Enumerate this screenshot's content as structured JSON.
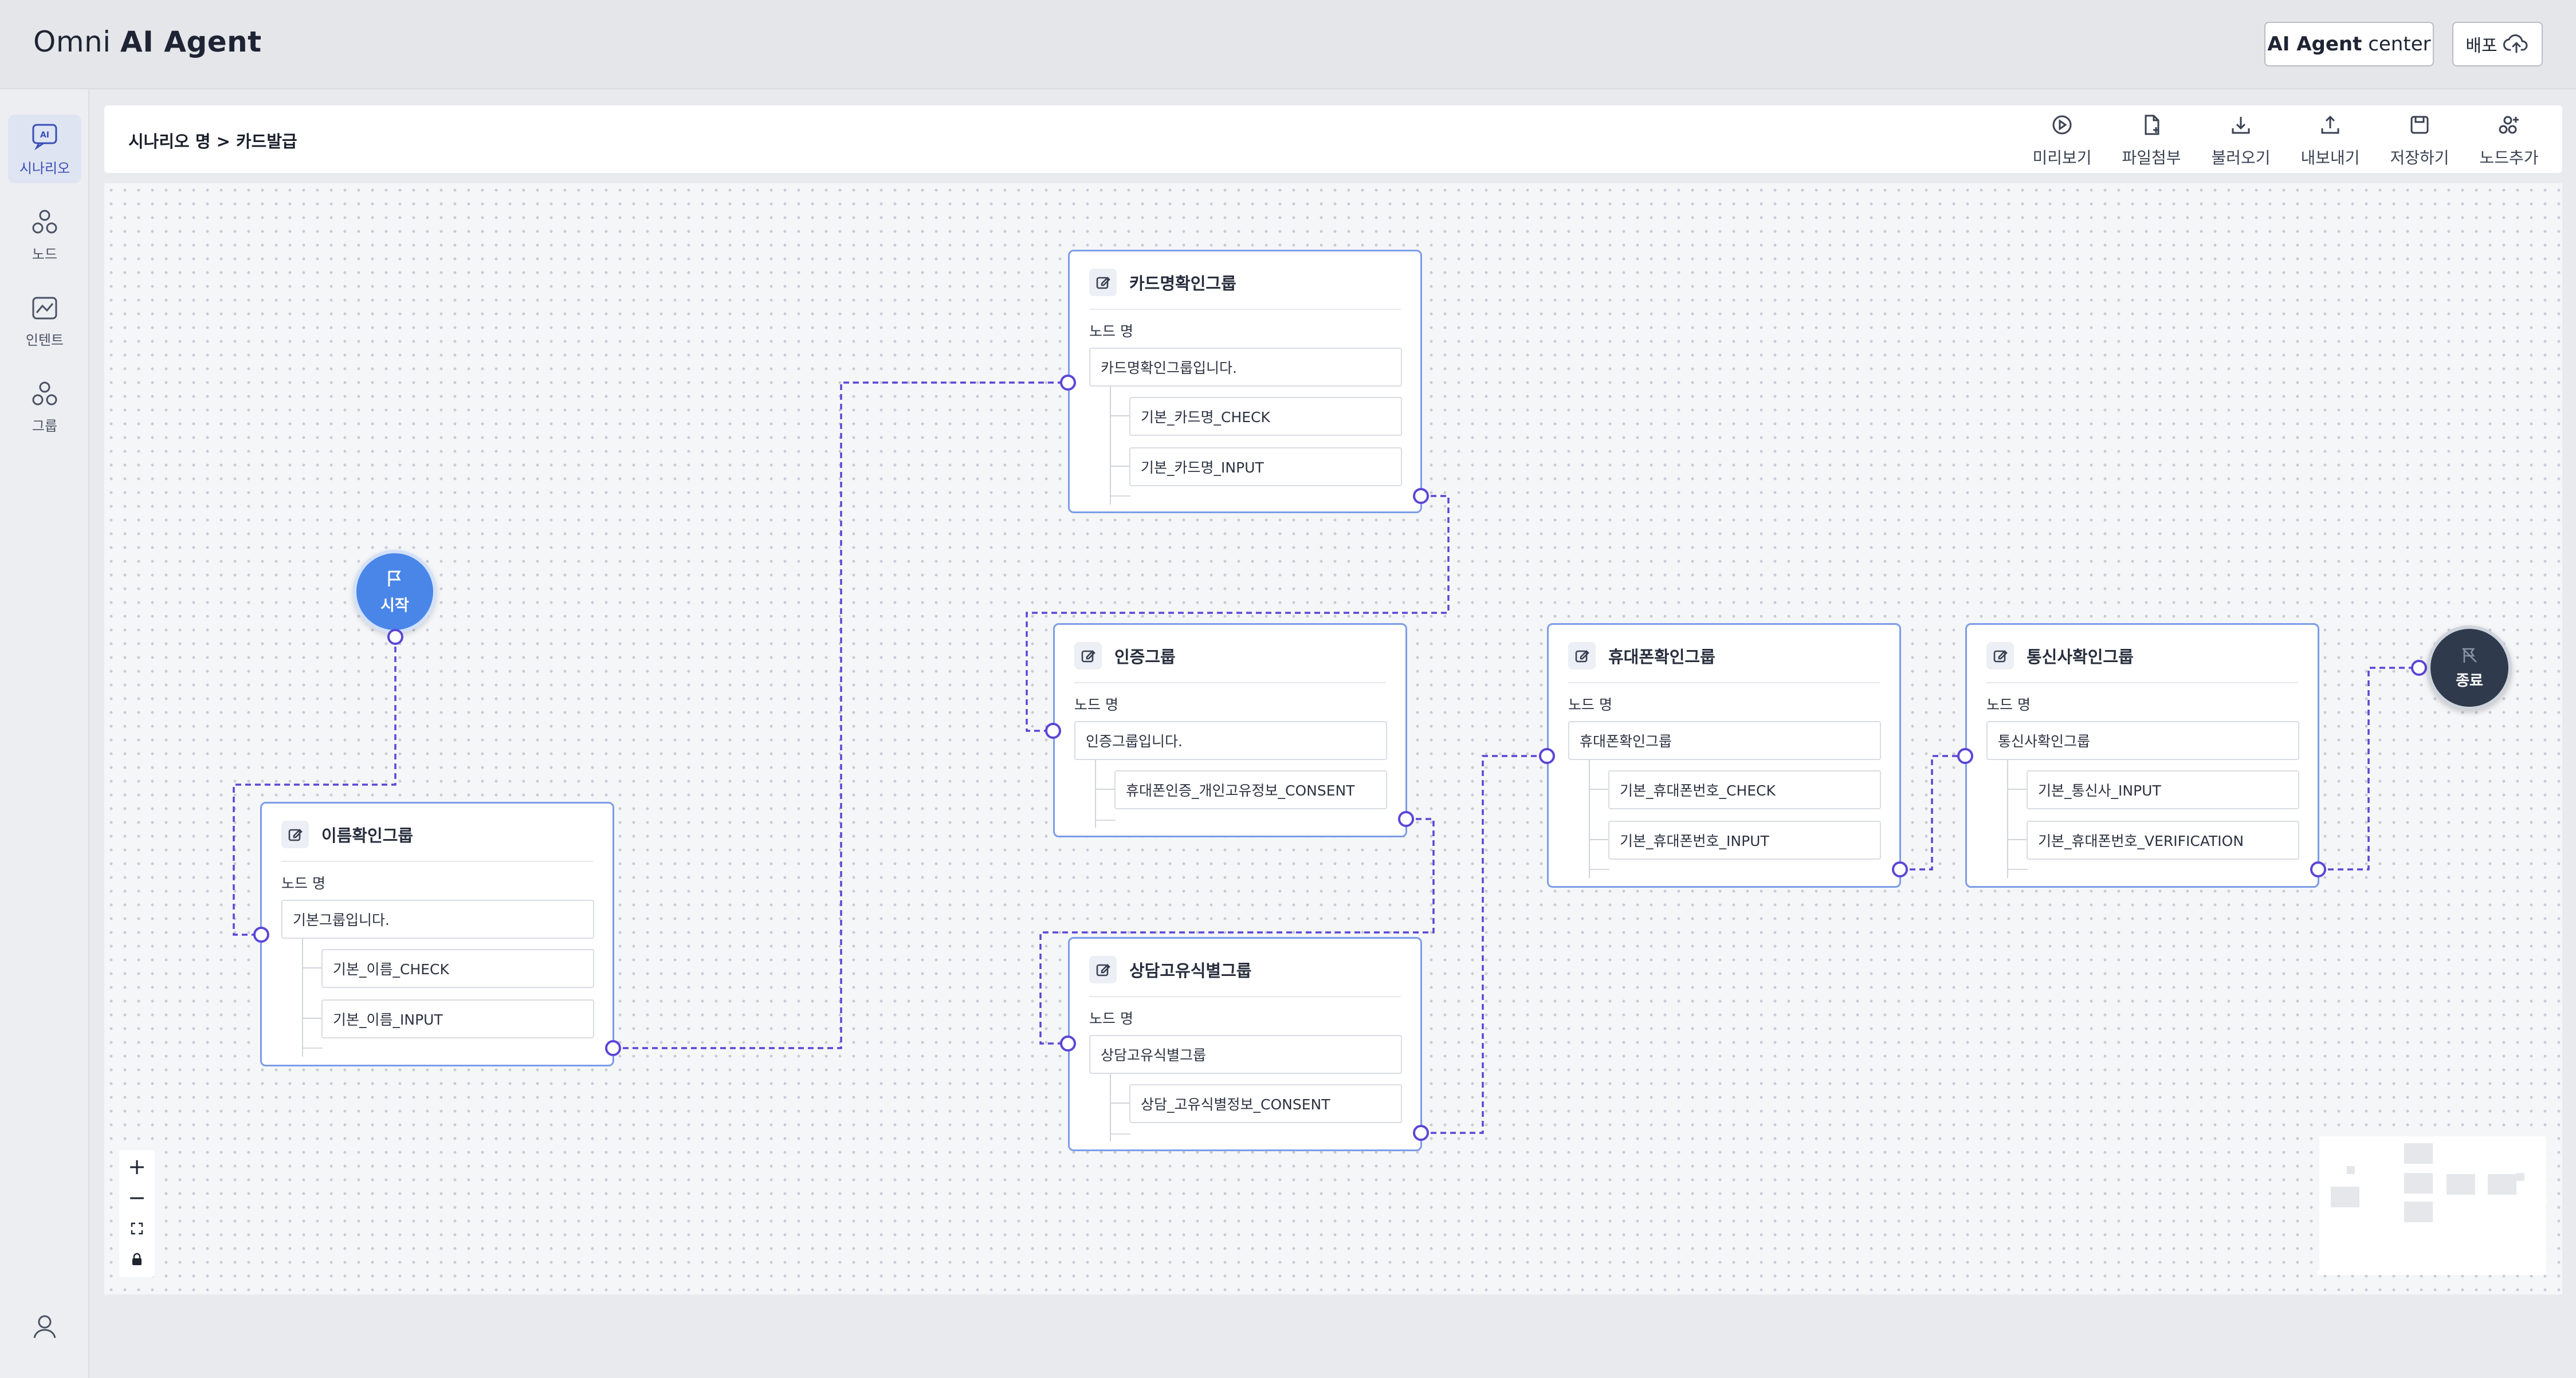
{
  "header": {
    "logo_prefix": "Omni ",
    "logo_strong": "AI Agent",
    "agent_center_prefix": "AI Agent",
    "agent_center_suffix": " center",
    "deploy_label": "배포"
  },
  "sidebar": {
    "items": [
      {
        "label": "시나리오",
        "icon": "ai-chat-icon",
        "active": true
      },
      {
        "label": "노드",
        "icon": "node-cluster-icon",
        "active": false
      },
      {
        "label": "인텐트",
        "icon": "chart-icon",
        "active": false
      },
      {
        "label": "그룹",
        "icon": "group-icon",
        "active": false
      }
    ],
    "user_icon": "user-icon"
  },
  "toolbar": {
    "breadcrumb": "시나리오 명 > 카드발급",
    "actions": [
      {
        "label": "미리보기",
        "icon": "play-icon"
      },
      {
        "label": "파일첨부",
        "icon": "file-add-icon"
      },
      {
        "label": "불러오기",
        "icon": "download-icon"
      },
      {
        "label": "내보내기",
        "icon": "upload-icon"
      },
      {
        "label": "저장하기",
        "icon": "save-icon"
      },
      {
        "label": "노드추가",
        "icon": "node-add-icon"
      }
    ]
  },
  "flow": {
    "start_label": "시작",
    "end_label": "종료",
    "node_name_label": "노드 명",
    "nodes": [
      {
        "title": "이름확인그룹",
        "name_value": "기본그룹입니다.",
        "children": [
          "기본_이름_CHECK",
          "기본_이름_INPUT"
        ]
      },
      {
        "title": "카드명확인그룹",
        "name_value": "카드명확인그룹입니다.",
        "children": [
          "기본_카드명_CHECK",
          "기본_카드명_INPUT"
        ]
      },
      {
        "title": "인증그룹",
        "name_value": "인증그룹입니다.",
        "children": [
          "휴대폰인증_개인고유정보_CONSENT"
        ]
      },
      {
        "title": "상담고유식별그룹",
        "name_value": "상담고유식별그룹",
        "children": [
          "상담_고유식별정보_CONSENT"
        ]
      },
      {
        "title": "휴대폰확인그룹",
        "name_value": "휴대폰확인그룹",
        "children": [
          "기본_휴대폰번호_CHECK",
          "기본_휴대폰번호_INPUT"
        ]
      },
      {
        "title": "통신사확인그룹",
        "name_value": "통신사확인그룹",
        "children": [
          "기본_통신사_INPUT",
          "기본_휴대폰번호_VERIFICATION"
        ]
      }
    ]
  },
  "zoom_controls": {
    "zoom_in": "+",
    "zoom_out": "−"
  },
  "colors": {
    "accent": "#5a46d6",
    "node_border": "#7b9ce8",
    "start": "#4a86e8",
    "end": "#2f3a4d"
  }
}
